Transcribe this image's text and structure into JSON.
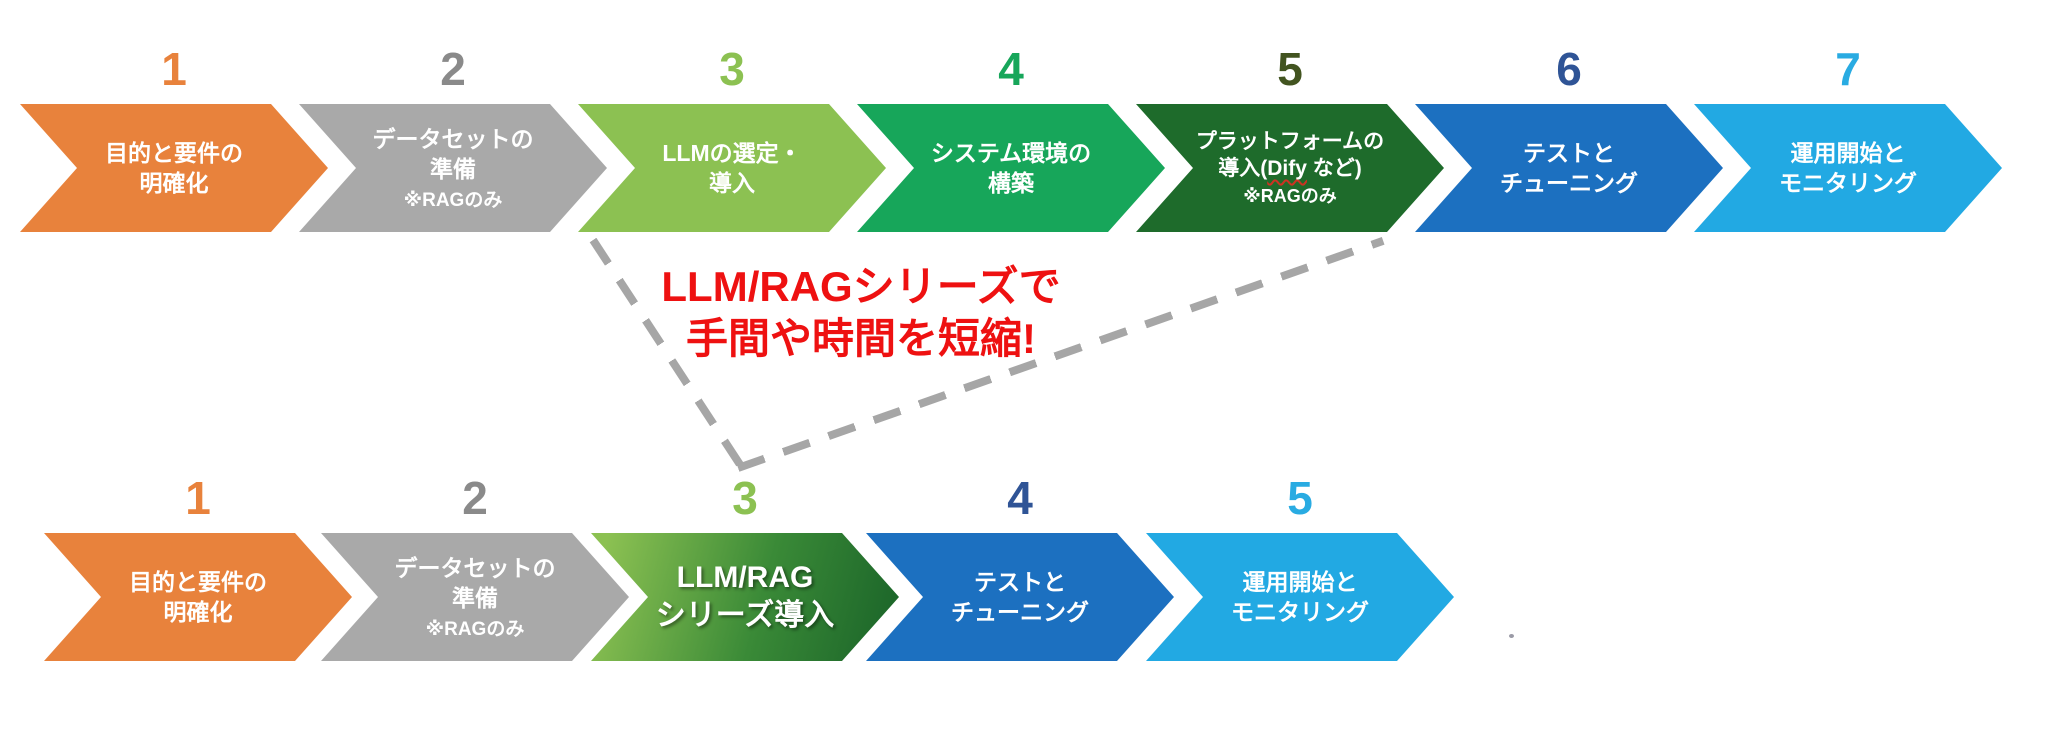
{
  "callout": {
    "line1": "LLM/RAGシリーズで",
    "line2": "手間や時間を短縮!",
    "color": "#EE1111"
  },
  "connector_color": "#A6A6A6",
  "rows": [
    {
      "name": "top-flow-7-steps",
      "steps": [
        {
          "number": "1",
          "number_color": "#E8823C",
          "fill": "#E8823C",
          "line1": "目的と要件の",
          "line2": "明確化"
        },
        {
          "number": "2",
          "number_color": "#8A8A8A",
          "fill": "#A9A9A9",
          "line1": "データセットの",
          "line2": "準備",
          "note": "※RAGのみ"
        },
        {
          "number": "3",
          "number_color": "#8CC152",
          "fill": "#8CC152",
          "line1": "LLMの選定・",
          "line2": "導入"
        },
        {
          "number": "4",
          "number_color": "#17A65A",
          "fill": "#17A65A",
          "line1": "システム環境の",
          "line2": "構築"
        },
        {
          "number": "5",
          "number_color": "#425420",
          "fill": "#1E6B2B",
          "line1": "プラットフォームの",
          "line2_pre": "導入(",
          "line2_brand": "Dify",
          "line2_post": " など)",
          "note": "※RAGのみ"
        },
        {
          "number": "6",
          "number_color": "#2F5496",
          "fill": "#1C70C0",
          "line1": "テストと",
          "line2": "チューニング"
        },
        {
          "number": "7",
          "number_color": "#29ABE2",
          "fill": "#22A9E3",
          "line1": "運用開始と",
          "line2": "モニタリング"
        }
      ]
    },
    {
      "name": "bottom-flow-5-steps",
      "steps": [
        {
          "number": "1",
          "number_color": "#E8823C",
          "fill": "#E8823C",
          "line1": "目的と要件の",
          "line2": "明確化"
        },
        {
          "number": "2",
          "number_color": "#8A8A8A",
          "fill": "#A9A9A9",
          "line1": "データセットの",
          "line2": "準備",
          "note": "※RAGのみ"
        },
        {
          "number": "3",
          "number_color": "#8CC152",
          "fill": "linear-gradient(105deg,#8CC152 5%,#3A8A37 55%,#1D672A 95%)",
          "line1": "LLM/RAG",
          "line2": "シリーズ導入"
        },
        {
          "number": "4",
          "number_color": "#2F5496",
          "fill": "#1C70C0",
          "line1": "テストと",
          "line2": "チューニング"
        },
        {
          "number": "5",
          "number_color": "#29ABE2",
          "fill": "#22A9E3",
          "line1": "運用開始と",
          "line2": "モニタリング"
        }
      ]
    }
  ]
}
